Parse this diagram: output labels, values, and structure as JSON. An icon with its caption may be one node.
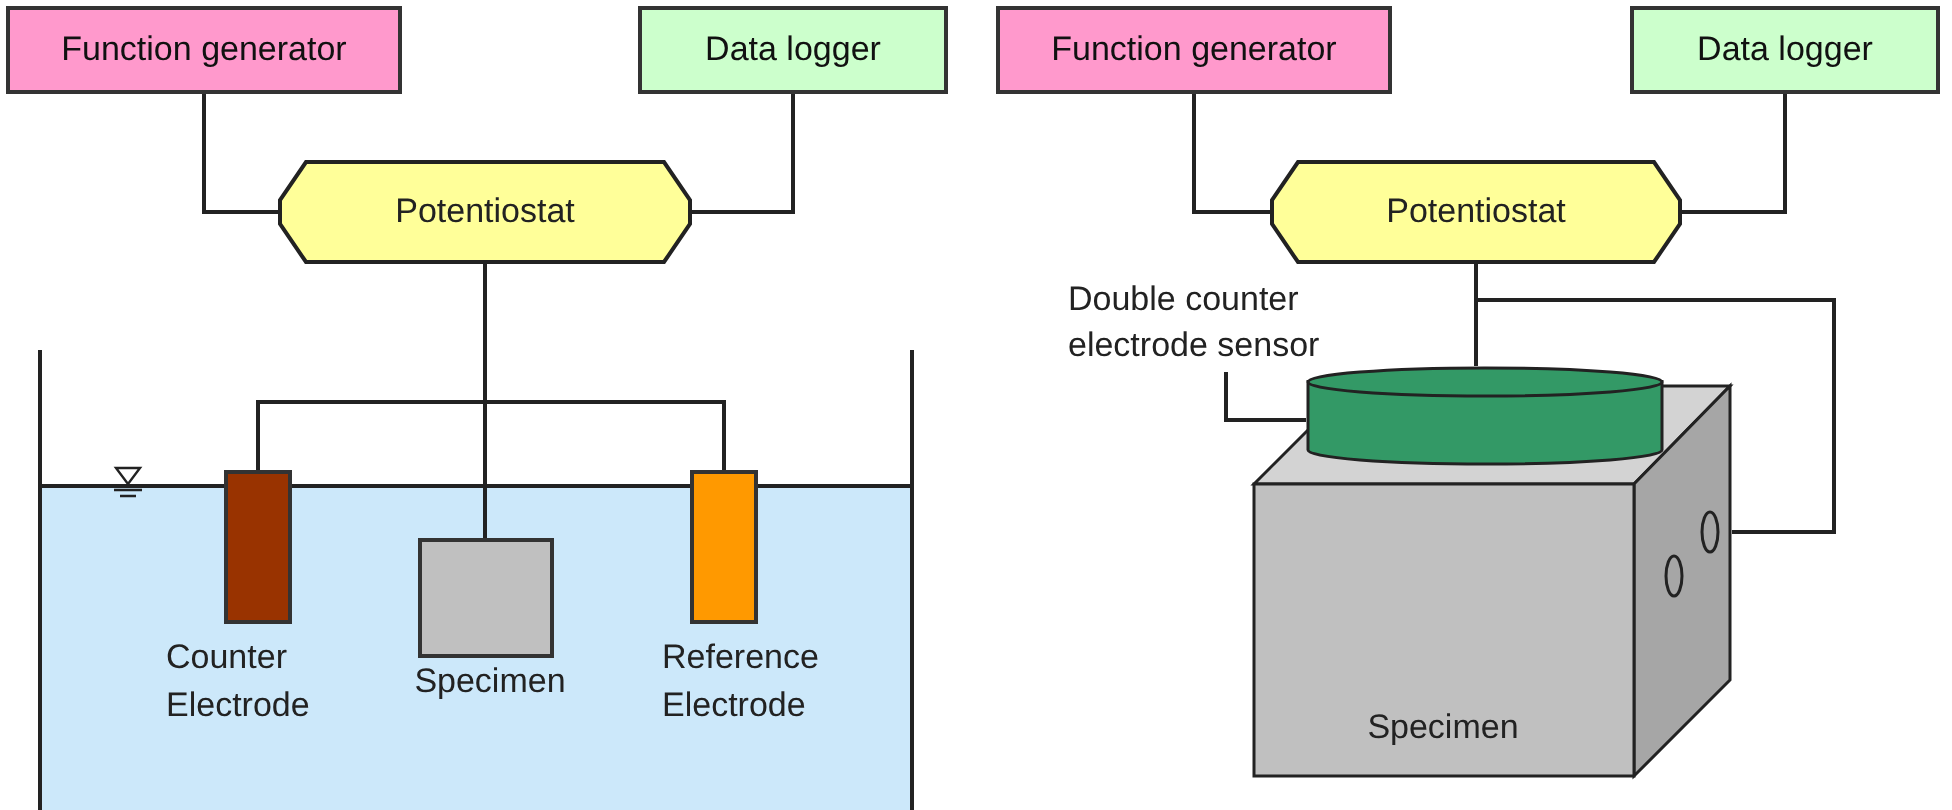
{
  "diagram": {
    "nodes": [
      {
        "text": [
          "Function generator"
        ]
      },
      {
        "text": [
          "Data logger"
        ]
      },
      {
        "text": [
          "Potentiostat"
        ]
      },
      {
        "text": [
          "Counter Electrode"
        ]
      },
      {
        "text": [
          "Specimen"
        ]
      },
      {
        "text": [
          "Reference Electrode"
        ]
      },
      {
        "text": [
          "Function generator"
        ]
      },
      {
        "text": [
          "Data logger"
        ]
      },
      {
        "text": [
          "Potentiostat"
        ]
      },
      {
        "text": [
          "Double counter electrode sensor"
        ]
      },
      {
        "text": [],
        "shape": "cylinder"
      },
      {
        "text": [
          "Specimen"
        ]
      }
    ],
    "edges": [
      {
        "from": 0,
        "to": 2,
        "arrow": "none"
      },
      {
        "from": 1,
        "to": 2,
        "arrow": "none"
      },
      {
        "from": 2,
        "to": 3,
        "arrow": "none"
      },
      {
        "from": 2,
        "to": 4,
        "arrow": "none"
      },
      {
        "from": 2,
        "to": 5,
        "arrow": "none"
      },
      {
        "from": 6,
        "to": 8,
        "arrow": "none"
      },
      {
        "from": 7,
        "to": 8,
        "arrow": "none"
      },
      {
        "from": 8,
        "to": 10,
        "arrow": "none"
      },
      {
        "from": 8,
        "to": 11,
        "arrow": "none"
      },
      {
        "from": 9,
        "to": 10,
        "arrow": "none"
      }
    ]
  }
}
